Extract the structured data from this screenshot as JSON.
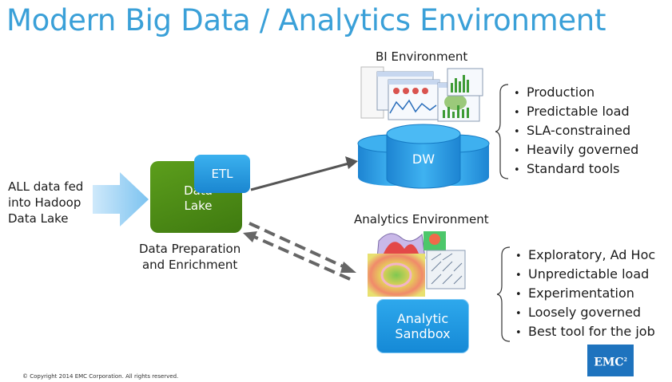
{
  "title": "Modern Big Data / Analytics Environment",
  "input_label": [
    "ALL data fed",
    "into Hadoop",
    "Data Lake"
  ],
  "data_lake": [
    "Data",
    "Lake"
  ],
  "etl": "ETL",
  "prep_label": [
    "Data Preparation",
    "and Enrichment"
  ],
  "bi": {
    "title": "BI Environment",
    "dw_label": "DW",
    "bullets": [
      "Production",
      "Predictable load",
      "SLA-constrained",
      "Heavily governed",
      "Standard tools"
    ]
  },
  "analytics": {
    "title": "Analytics Environment",
    "sandbox_label": [
      "Analytic",
      "Sandbox"
    ],
    "bullets": [
      "Exploratory, Ad Hoc",
      "Unpredictable load",
      "Experimentation",
      "Loosely governed",
      "Best tool for the job"
    ]
  },
  "copyright": "© Copyright 2014 EMC Corporation. All rights reserved.",
  "logo": "EMC",
  "colors": {
    "title": "#3aa0d8",
    "lake": "#4a8a16",
    "blue": "#1e8fdc",
    "logo": "#1e73be"
  }
}
